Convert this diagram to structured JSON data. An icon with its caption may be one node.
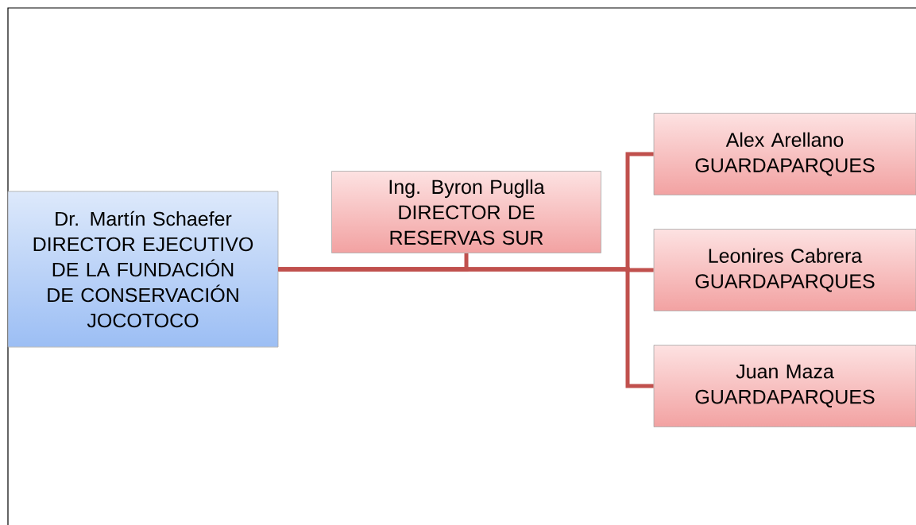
{
  "diagram": {
    "nodes": [
      {
        "text": [
          "Dr. Martín Schaefer",
          "DIRECTOR EJECUTIVO DE LA FUNDACIÓN DE CONSERVACIÓN JOCOTOCO"
        ]
      },
      {
        "text": [
          "Ing. Byron Puglla",
          "DIRECTOR DE RESERVAS SUR"
        ]
      },
      {
        "text": [
          "Alex Arellano",
          "GUARDAPARQUES"
        ]
      },
      {
        "text": [
          "Leonires Cabrera",
          "GUARDAPARQUES"
        ]
      },
      {
        "text": [
          "Juan Maza",
          "GUARDAPARQUES"
        ]
      }
    ],
    "edges": [
      {
        "from": 0,
        "to": 1,
        "arrow": "none"
      },
      {
        "from": 0,
        "to": 2,
        "arrow": "none"
      },
      {
        "from": 0,
        "to": 3,
        "arrow": "none"
      },
      {
        "from": 0,
        "to": 4,
        "arrow": "none"
      }
    ]
  }
}
